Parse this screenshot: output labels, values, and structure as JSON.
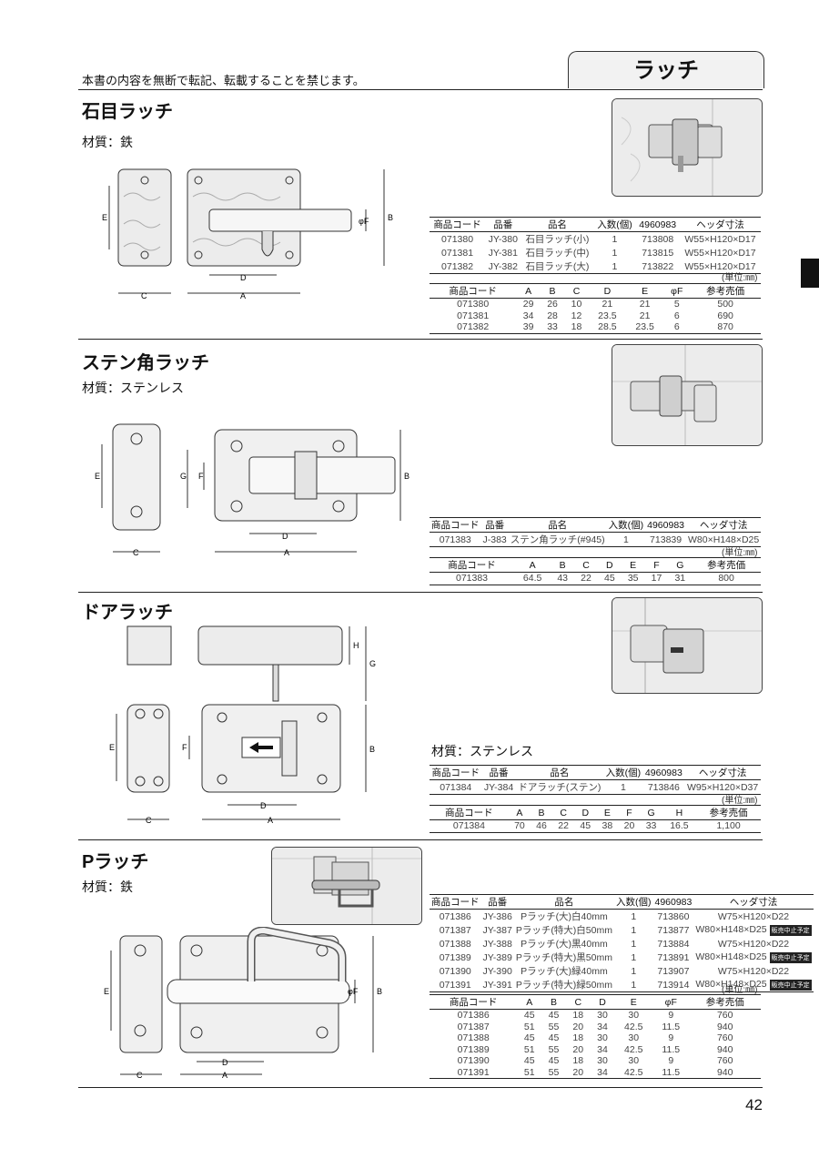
{
  "header": {
    "notice": "本書の内容を無断で転記、転載することを禁じます。",
    "category_tab": "ラッチ"
  },
  "page_number": "42",
  "dim_labels": {
    "A": "A",
    "B": "B",
    "C": "C",
    "D": "D",
    "E": "E",
    "F": "F",
    "G": "G",
    "H": "H",
    "phiF": "φF"
  },
  "sections": [
    {
      "title": "石目ラッチ",
      "material": "材質：鉄",
      "product_headers": [
        "商品コード",
        "品番",
        "品名",
        "入数(個)",
        "4960983",
        "ヘッダ寸法"
      ],
      "products": [
        [
          "071380",
          "JY-380",
          "石目ラッチ(小)",
          "1",
          "713808",
          "W55×H120×D17"
        ],
        [
          "071381",
          "JY-381",
          "石目ラッチ(中)",
          "1",
          "713815",
          "W55×H120×D17"
        ],
        [
          "071382",
          "JY-382",
          "石目ラッチ(大)",
          "1",
          "713822",
          "W55×H120×D17"
        ]
      ],
      "unit": "(単位:㎜)",
      "dim_headers": [
        "商品コード",
        "A",
        "B",
        "C",
        "D",
        "E",
        "φF",
        "参考売価"
      ],
      "dims": [
        [
          "071380",
          "29",
          "26",
          "10",
          "21",
          "21",
          "5",
          "500"
        ],
        [
          "071381",
          "34",
          "28",
          "12",
          "23.5",
          "21",
          "6",
          "690"
        ],
        [
          "071382",
          "39",
          "33",
          "18",
          "28.5",
          "23.5",
          "6",
          "870"
        ]
      ]
    },
    {
      "title": "ステン角ラッチ",
      "material": "材質：ステンレス",
      "product_headers": [
        "商品コード",
        "品番",
        "品名",
        "入数(個)",
        "4960983",
        "ヘッダ寸法"
      ],
      "products": [
        [
          "071383",
          "J-383",
          "ステン角ラッチ(#945)",
          "1",
          "713839",
          "W80×H148×D25"
        ]
      ],
      "unit": "(単位:㎜)",
      "dim_headers": [
        "商品コード",
        "A",
        "B",
        "C",
        "D",
        "E",
        "F",
        "G",
        "参考売価"
      ],
      "dims": [
        [
          "071383",
          "64.5",
          "43",
          "22",
          "45",
          "35",
          "17",
          "31",
          "800"
        ]
      ]
    },
    {
      "title": "ドアラッチ",
      "material": "材質：ステンレス",
      "product_headers": [
        "商品コード",
        "品番",
        "品名",
        "入数(個)",
        "4960983",
        "ヘッダ寸法"
      ],
      "products": [
        [
          "071384",
          "JY-384",
          "ドアラッチ(ステン)",
          "1",
          "713846",
          "W95×H120×D37"
        ]
      ],
      "unit": "(単位:㎜)",
      "dim_headers": [
        "商品コード",
        "A",
        "B",
        "C",
        "D",
        "E",
        "F",
        "G",
        "H",
        "参考売価"
      ],
      "dims": [
        [
          "071384",
          "70",
          "46",
          "22",
          "45",
          "38",
          "20",
          "33",
          "16.5",
          "1,100"
        ]
      ]
    },
    {
      "title": "Pラッチ",
      "material": "材質：鉄",
      "product_headers": [
        "商品コード",
        "品番",
        "品名",
        "入数(個)",
        "4960983",
        "ヘッダ寸法"
      ],
      "products": [
        [
          "071386",
          "JY-386",
          "Pラッチ(大)白40mm",
          "1",
          "713860",
          "W75×H120×D22",
          ""
        ],
        [
          "071387",
          "JY-387",
          "Pラッチ(特大)白50mm",
          "1",
          "713877",
          "W80×H148×D25",
          "販売中止予定"
        ],
        [
          "071388",
          "JY-388",
          "Pラッチ(大)黒40mm",
          "1",
          "713884",
          "W75×H120×D22",
          ""
        ],
        [
          "071389",
          "JY-389",
          "Pラッチ(特大)黒50mm",
          "1",
          "713891",
          "W80×H148×D25",
          "販売中止予定"
        ],
        [
          "071390",
          "JY-390",
          "Pラッチ(大)緑40mm",
          "1",
          "713907",
          "W75×H120×D22",
          ""
        ],
        [
          "071391",
          "JY-391",
          "Pラッチ(特大)緑50mm",
          "1",
          "713914",
          "W80×H148×D25",
          "販売中止予定"
        ]
      ],
      "unit": "(単位:㎜)",
      "dim_headers": [
        "商品コード",
        "A",
        "B",
        "C",
        "D",
        "E",
        "φF",
        "参考売価"
      ],
      "dims": [
        [
          "071386",
          "45",
          "45",
          "18",
          "30",
          "30",
          "9",
          "760"
        ],
        [
          "071387",
          "51",
          "55",
          "20",
          "34",
          "42.5",
          "11.5",
          "940"
        ],
        [
          "071388",
          "45",
          "45",
          "18",
          "30",
          "30",
          "9",
          "760"
        ],
        [
          "071389",
          "51",
          "55",
          "20",
          "34",
          "42.5",
          "11.5",
          "940"
        ],
        [
          "071390",
          "45",
          "45",
          "18",
          "30",
          "30",
          "9",
          "760"
        ],
        [
          "071391",
          "51",
          "55",
          "20",
          "34",
          "42.5",
          "11.5",
          "940"
        ]
      ]
    }
  ]
}
